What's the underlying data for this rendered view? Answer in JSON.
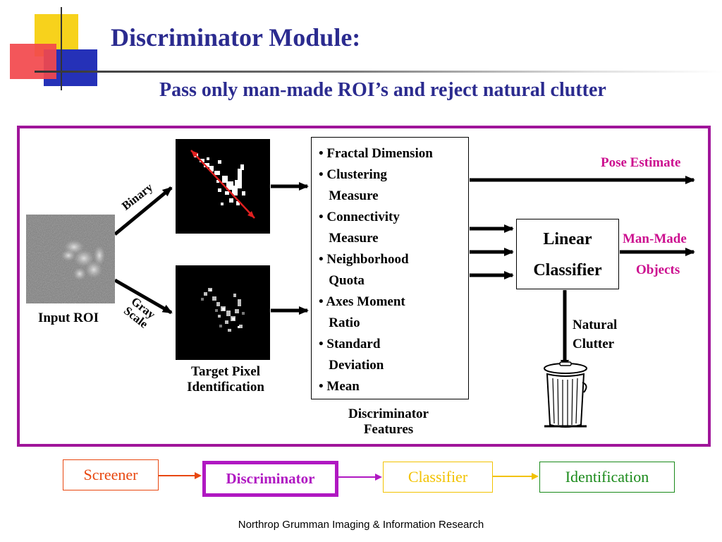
{
  "title": "Discriminator Module:",
  "subtitle": "Pass only man-made ROI’s and reject natural clutter",
  "diagram": {
    "input_label": "Input ROI",
    "binary_label": "Binary",
    "gray_label_1": "Gray",
    "gray_label_2": "Scale",
    "target_label_1": "Target Pixel",
    "target_label_2": "Identification",
    "features": [
      "• Fractal Dimension",
      "• Clustering",
      "   Measure",
      "• Connectivity",
      "   Measure",
      "• Neighborhood",
      "   Quota",
      "• Axes Moment",
      "   Ratio",
      "• Standard",
      "   Deviation",
      "• Mean"
    ],
    "features_caption_1": "Discriminator",
    "features_caption_2": "Features",
    "classifier_line_1": "Linear",
    "classifier_line_2": "Classifier",
    "pose_estimate": "Pose Estimate",
    "man_made_1": "Man-Made",
    "man_made_2": "Objects",
    "natural_1": "Natural",
    "natural_2": "Clutter"
  },
  "pipeline": {
    "stages": [
      "Screener",
      "Discriminator",
      "Classifier",
      "Identification"
    ],
    "colors": {
      "screener": "#e8470f",
      "discriminator": "#b018c2",
      "classifier": "#f2c200",
      "identification": "#1a8a1a"
    }
  },
  "colors": {
    "title": "#2b2b8f",
    "panel_border": "#a0159a",
    "pink_text": "#cc0f8f",
    "axis_line": "#e02020"
  },
  "footer": "Northrop Grumman Imaging & Information Research"
}
